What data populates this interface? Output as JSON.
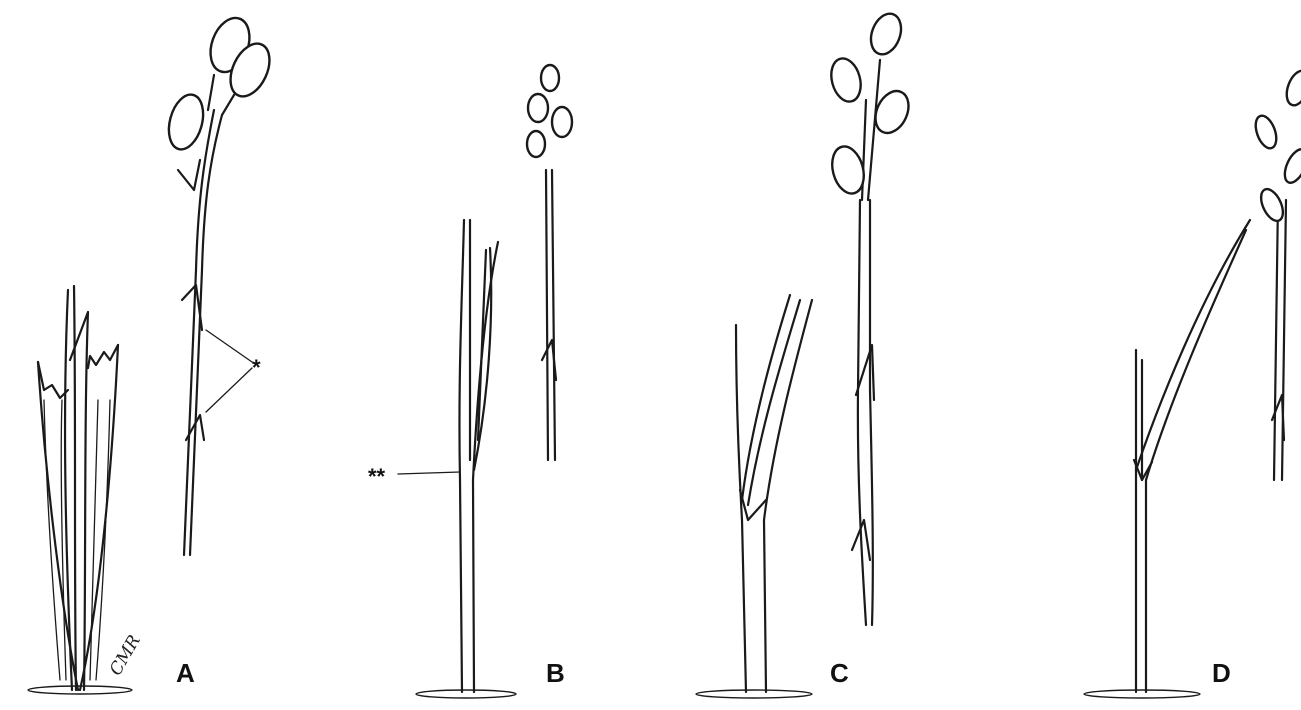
{
  "panels": [
    {
      "id": "A",
      "label": "A"
    },
    {
      "id": "B",
      "label": "B"
    },
    {
      "id": "C",
      "label": "C"
    },
    {
      "id": "D",
      "label": "D"
    }
  ],
  "annotations": {
    "single_star": "*",
    "double_star": "**"
  },
  "signature": "CMR",
  "colors": {
    "ink": "#1a1a1a",
    "background": "#ffffff"
  }
}
